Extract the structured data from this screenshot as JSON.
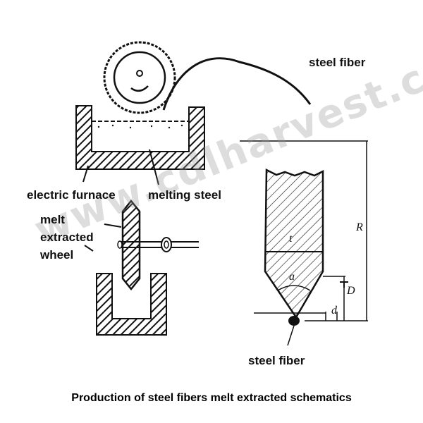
{
  "labels": {
    "steel_fiber_top": "steel fiber",
    "electric_furnace": "electric furnace",
    "melting_steel": "melting steel",
    "melt": "melt",
    "extracted": "extracted",
    "wheel": "wheel",
    "steel_fiber_bottom": "steel fiber"
  },
  "symbols": {
    "R": "R",
    "t": "t",
    "a": "a",
    "D": "D",
    "d": "d"
  },
  "watermark": "www.cdlharvest.com",
  "caption": "Production of steel fibers melt extracted schematics"
}
